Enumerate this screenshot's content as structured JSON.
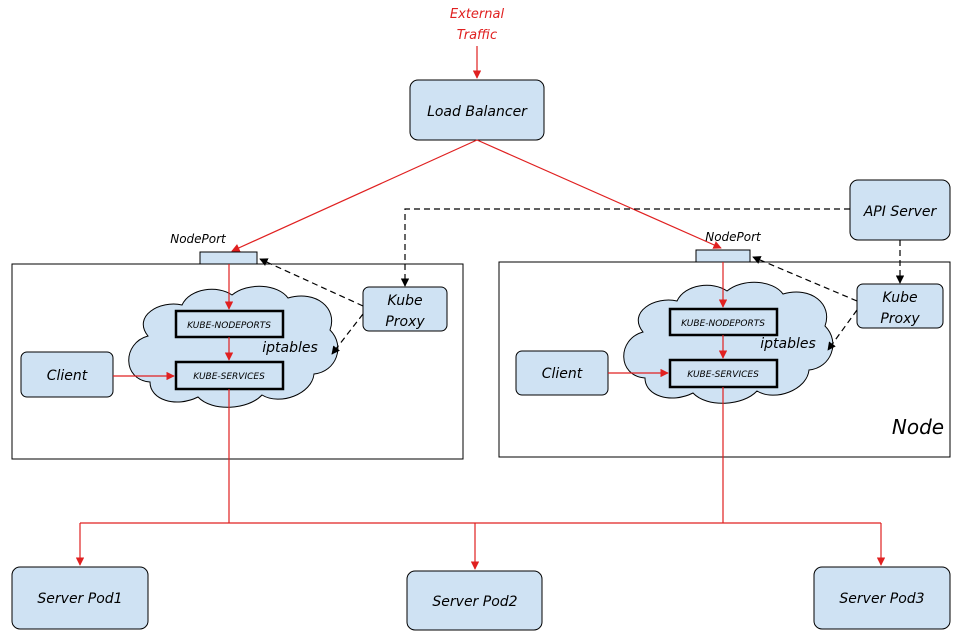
{
  "external_traffic": [
    "External",
    "Traffic"
  ],
  "load_balancer": "Load Balancer",
  "api_server": "API Server",
  "node_left": {
    "nodeport": "NodePort",
    "kube_proxy": [
      "Kube",
      "Proxy"
    ],
    "iptables": "iptables",
    "kube_nodeports": "KUBE-NODEPORTS",
    "kube_services": "KUBE-SERVICES",
    "client": "Client"
  },
  "node_right": {
    "nodeport": "NodePort",
    "kube_proxy": [
      "Kube",
      "Proxy"
    ],
    "iptables": "iptables",
    "kube_nodeports": "KUBE-NODEPORTS",
    "kube_services": "KUBE-SERVICES",
    "client": "Client",
    "node_label": "Node"
  },
  "pods": [
    "Server Pod1",
    "Server Pod2",
    "Server Pod3"
  ],
  "colors": {
    "box_fill": "#cfe2f3",
    "traffic": "#e02020",
    "outline": "#000000"
  }
}
